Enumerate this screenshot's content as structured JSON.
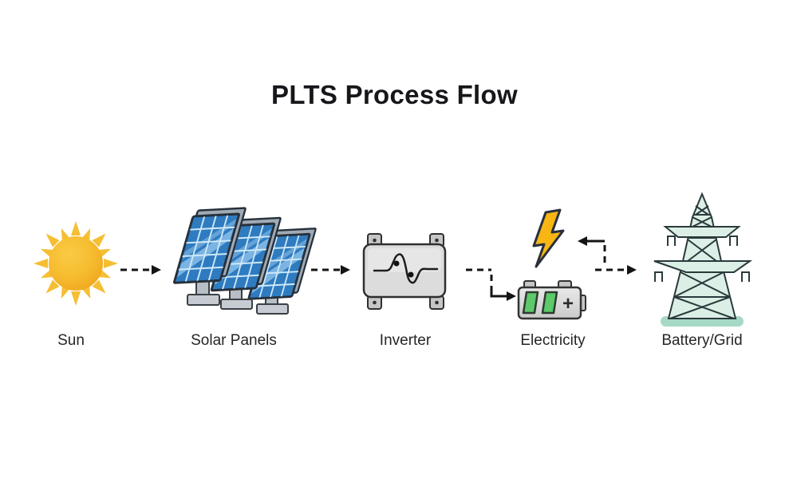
{
  "title": "PLTS Process Flow",
  "nodes": [
    {
      "id": "sun",
      "label": "Sun"
    },
    {
      "id": "solar-panels",
      "label": "Solar Panels"
    },
    {
      "id": "inverter",
      "label": "Inverter"
    },
    {
      "id": "electricity",
      "label": "Electricity"
    },
    {
      "id": "battery-grid",
      "label": "Battery/Grid"
    }
  ],
  "battery": {
    "plus": "+"
  },
  "edges": [
    {
      "from": "sun",
      "to": "solar-panels",
      "style": "dashed-arrow"
    },
    {
      "from": "solar-panels",
      "to": "inverter",
      "style": "dashed-arrow"
    },
    {
      "from": "inverter",
      "to": "electricity",
      "style": "dashed-elbow-arrow"
    },
    {
      "from": "electricity",
      "to": "battery-grid",
      "style": "dashed-arrow"
    },
    {
      "from": "battery-grid",
      "to": "electricity",
      "style": "solid-return-elbow-arrow"
    }
  ],
  "colors": {
    "sun_ray": "#F5BE33",
    "sun_core_light": "#FACB45",
    "sun_core_dark": "#EFA41C",
    "panel_blue": "#2F7BC0",
    "inverter_gray": "#DCDCDC",
    "bolt_yellow": "#F7B614",
    "battery_green": "#5CC96A",
    "tower_mint": "#DCEFE6",
    "tower_base": "#A6D9C5",
    "arrow_black": "#141414"
  }
}
